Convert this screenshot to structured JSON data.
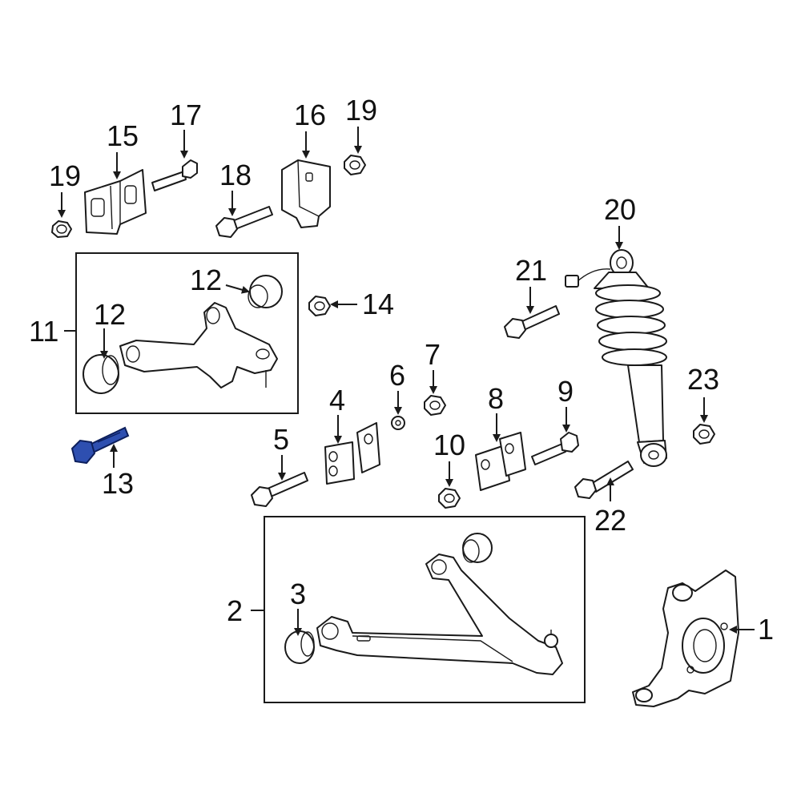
{
  "callouts": {
    "c1": "1",
    "c2": "2",
    "c3": "3",
    "c4": "4",
    "c5": "5",
    "c6": "6",
    "c7": "7",
    "c8": "8",
    "c9": "9",
    "c10": "10",
    "c11": "11",
    "c12a": "12",
    "c12b": "12",
    "c13": "13",
    "c14": "14",
    "c15": "15",
    "c16": "16",
    "c17": "17",
    "c18": "18",
    "c19a": "19",
    "c19b": "19",
    "c20": "20",
    "c21": "21",
    "c22": "22",
    "c23": "23"
  },
  "highlight": {
    "part": "13",
    "color": "#2e4fb0",
    "icon": "bolt-icon"
  }
}
